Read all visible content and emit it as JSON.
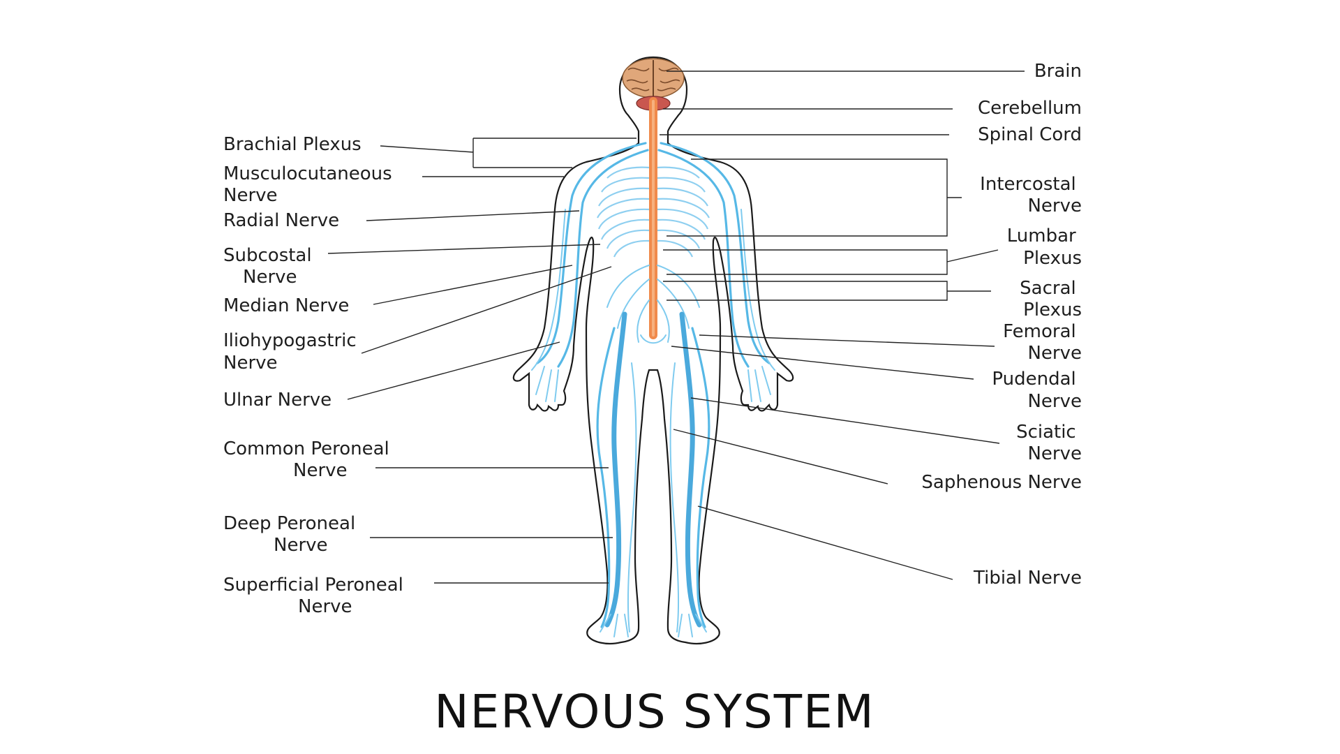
{
  "title": "NERVOUS SYSTEM",
  "labels": {
    "left": [
      {
        "lines": [
          "Brachial Plexus"
        ]
      },
      {
        "lines": [
          "Musculocutaneous",
          "Nerve"
        ]
      },
      {
        "lines": [
          "Radial Nerve"
        ]
      },
      {
        "lines": [
          "Subcostal",
          "Nerve"
        ]
      },
      {
        "lines": [
          "Median Nerve"
        ]
      },
      {
        "lines": [
          "Iliohypogastric",
          "Nerve"
        ]
      },
      {
        "lines": [
          "Ulnar Nerve"
        ]
      },
      {
        "lines": [
          "Common Peroneal",
          "Nerve"
        ]
      },
      {
        "lines": [
          "Deep Peroneal",
          "Nerve"
        ]
      },
      {
        "lines": [
          "Superficial Peroneal",
          "Nerve"
        ]
      }
    ],
    "right": [
      {
        "lines": [
          "Brain"
        ]
      },
      {
        "lines": [
          "Cerebellum"
        ]
      },
      {
        "lines": [
          "Spinal Cord"
        ]
      },
      {
        "lines": [
          "Intercostal",
          "Nerve"
        ]
      },
      {
        "lines": [
          "Lumbar",
          "Plexus"
        ]
      },
      {
        "lines": [
          "Sacral",
          "Plexus"
        ]
      },
      {
        "lines": [
          "Femoral",
          "Nerve"
        ]
      },
      {
        "lines": [
          "Pudendal",
          "Nerve"
        ]
      },
      {
        "lines": [
          "Sciatic",
          "Nerve"
        ]
      },
      {
        "lines": [
          "Saphenous Nerve"
        ]
      },
      {
        "lines": [
          "Tibial Nerve"
        ]
      }
    ]
  },
  "colors": {
    "nerves": "#56b8e6",
    "spinal_cord": "#f08a4b",
    "brain": "#e0a77a",
    "cerebellum": "#c9574f",
    "outline": "#1a1a1a",
    "text": "#1e1e1e"
  }
}
